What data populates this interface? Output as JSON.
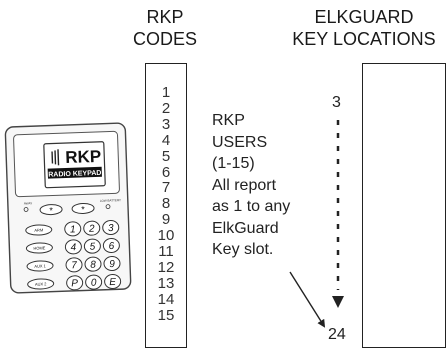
{
  "headers": {
    "rkp_line1": "RKP",
    "rkp_line2": "CODES",
    "elk_line1": "ELKGUARD",
    "elk_line2": "KEY LOCATIONS"
  },
  "rkp_codes": [
    "1",
    "2",
    "3",
    "4",
    "5",
    "6",
    "7",
    "8",
    "9",
    "10",
    "11",
    "12",
    "13",
    "14",
    "15"
  ],
  "note_lines": [
    "RKP",
    "USERS",
    "(1-15)",
    "All report",
    "as 1 to any",
    "ElkGuard",
    "Key slot."
  ],
  "key_locations": {
    "start": "3",
    "end": "24"
  },
  "keypad": {
    "brand": "RKP",
    "subtitle": "RADIO KEYPAD",
    "left_led": "AWAY",
    "right_led": "LOW BATTERY",
    "func_keys": [
      "ARM",
      "HOME",
      "AUX 1",
      "AUX 2"
    ],
    "keys": [
      [
        "1",
        "2",
        "3"
      ],
      [
        "4",
        "5",
        "6"
      ],
      [
        "7",
        "8",
        "9"
      ],
      [
        "P",
        "0",
        "E"
      ]
    ],
    "star": "*"
  }
}
